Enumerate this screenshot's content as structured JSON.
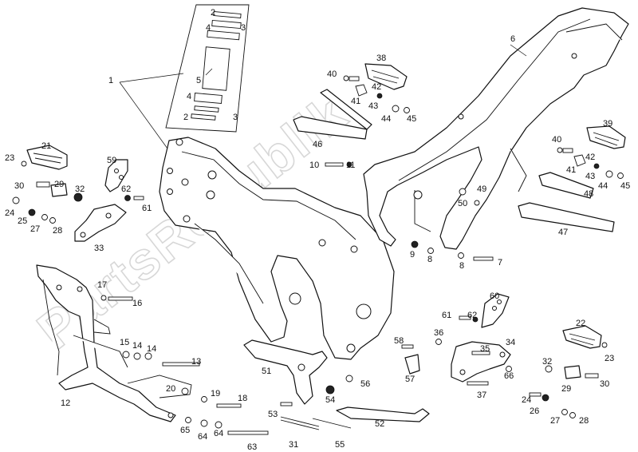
{
  "watermark": "PartsRepublik",
  "callouts": [
    {
      "id": "c1",
      "text": "1"
    },
    {
      "id": "c2a",
      "text": "2"
    },
    {
      "id": "c4a",
      "text": "4"
    },
    {
      "id": "c3a",
      "text": "3"
    },
    {
      "id": "c5",
      "text": "5"
    },
    {
      "id": "c4b",
      "text": "4"
    },
    {
      "id": "c2b",
      "text": "2"
    },
    {
      "id": "c3b",
      "text": "3"
    },
    {
      "id": "c6",
      "text": "6"
    },
    {
      "id": "c38",
      "text": "38"
    },
    {
      "id": "c40a",
      "text": "40"
    },
    {
      "id": "c42a",
      "text": "42"
    },
    {
      "id": "c41a",
      "text": "41"
    },
    {
      "id": "c43a",
      "text": "43"
    },
    {
      "id": "c44a",
      "text": "44"
    },
    {
      "id": "c45a",
      "text": "45"
    },
    {
      "id": "c46",
      "text": "46"
    },
    {
      "id": "c39",
      "text": "39"
    },
    {
      "id": "c40b",
      "text": "40"
    },
    {
      "id": "c42b",
      "text": "42"
    },
    {
      "id": "c41b",
      "text": "41"
    },
    {
      "id": "c43b",
      "text": "43"
    },
    {
      "id": "c44b",
      "text": "44"
    },
    {
      "id": "c45b",
      "text": "45"
    },
    {
      "id": "c48",
      "text": "48"
    },
    {
      "id": "c47",
      "text": "47"
    },
    {
      "id": "c21",
      "text": "21"
    },
    {
      "id": "c23a",
      "text": "23"
    },
    {
      "id": "c59",
      "text": "59"
    },
    {
      "id": "c30a",
      "text": "30"
    },
    {
      "id": "c29a",
      "text": "29"
    },
    {
      "id": "c32a",
      "text": "32"
    },
    {
      "id": "c62a",
      "text": "62"
    },
    {
      "id": "c61a",
      "text": "61"
    },
    {
      "id": "c24a",
      "text": "24"
    },
    {
      "id": "c25",
      "text": "25"
    },
    {
      "id": "c27a",
      "text": "27"
    },
    {
      "id": "c28a",
      "text": "28"
    },
    {
      "id": "c33",
      "text": "33"
    },
    {
      "id": "c10",
      "text": "10"
    },
    {
      "id": "c11",
      "text": "11"
    },
    {
      "id": "c49",
      "text": "49"
    },
    {
      "id": "c50",
      "text": "50"
    },
    {
      "id": "c9",
      "text": "9"
    },
    {
      "id": "c8a",
      "text": "8"
    },
    {
      "id": "c8b",
      "text": "8"
    },
    {
      "id": "c7",
      "text": "7"
    },
    {
      "id": "c17",
      "text": "17"
    },
    {
      "id": "c16",
      "text": "16"
    },
    {
      "id": "c15",
      "text": "15"
    },
    {
      "id": "c14a",
      "text": "14"
    },
    {
      "id": "c14b",
      "text": "14"
    },
    {
      "id": "c13",
      "text": "13"
    },
    {
      "id": "c12",
      "text": "12"
    },
    {
      "id": "c20",
      "text": "20"
    },
    {
      "id": "c19",
      "text": "19"
    },
    {
      "id": "c18",
      "text": "18"
    },
    {
      "id": "c65",
      "text": "65"
    },
    {
      "id": "c64a",
      "text": "64"
    },
    {
      "id": "c64b",
      "text": "64"
    },
    {
      "id": "c63",
      "text": "63"
    },
    {
      "id": "c51",
      "text": "51"
    },
    {
      "id": "c53",
      "text": "53"
    },
    {
      "id": "c31",
      "text": "31"
    },
    {
      "id": "c54",
      "text": "54"
    },
    {
      "id": "c56",
      "text": "56"
    },
    {
      "id": "c55",
      "text": "55"
    },
    {
      "id": "c52",
      "text": "52"
    },
    {
      "id": "c58",
      "text": "58"
    },
    {
      "id": "c57",
      "text": "57"
    },
    {
      "id": "c36",
      "text": "36"
    },
    {
      "id": "c60",
      "text": "60"
    },
    {
      "id": "c61b",
      "text": "61"
    },
    {
      "id": "c62b",
      "text": "62"
    },
    {
      "id": "c34",
      "text": "34"
    },
    {
      "id": "c35",
      "text": "35"
    },
    {
      "id": "c66",
      "text": "66"
    },
    {
      "id": "c37",
      "text": "37"
    },
    {
      "id": "c22",
      "text": "22"
    },
    {
      "id": "c23b",
      "text": "23"
    },
    {
      "id": "c32b",
      "text": "32"
    },
    {
      "id": "c29b",
      "text": "29"
    },
    {
      "id": "c30b",
      "text": "30"
    },
    {
      "id": "c24b",
      "text": "24"
    },
    {
      "id": "c26",
      "text": "26"
    },
    {
      "id": "c27b",
      "text": "27"
    },
    {
      "id": "c28b",
      "text": "28"
    }
  ]
}
